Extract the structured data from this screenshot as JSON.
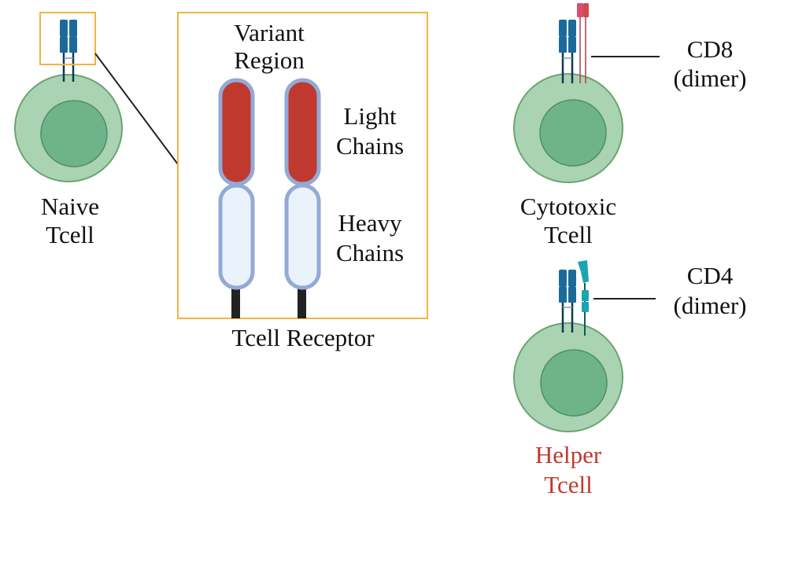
{
  "colors": {
    "cell_outer": "#aad3b3",
    "cell_outer_stroke": "#6aa471",
    "nucleus": "#6fb38b",
    "nucleus_stroke": "#4d8f68",
    "tcr_blue": "#1b6b9a",
    "tcr_stem": "#0e3a52",
    "highlight_box": "#f4b342",
    "light_chain": "#c0392f",
    "heavy_chain": "#eaf2fb",
    "chain_border": "#93aad6",
    "anchor": "#222222",
    "cd8_a": "#d9506e",
    "cd8_b": "#cf4a4a",
    "cd4": "#1aa3b2",
    "leader_line": "#111111",
    "helper_label": "#c0392f"
  },
  "naive": {
    "label_line1": "Naive",
    "label_line2": "Tcell"
  },
  "receptor_detail": {
    "variant_line1": "Variant",
    "variant_line2": "Region",
    "light_line1": "Light",
    "light_line2": "Chains",
    "heavy_line1": "Heavy",
    "heavy_line2": "Chains",
    "caption": "Tcell Receptor"
  },
  "cytotoxic": {
    "label_line1": "Cytotoxic",
    "label_line2": "Tcell",
    "marker_line1": "CD8",
    "marker_line2": "(dimer)"
  },
  "helper": {
    "label_line1": "Helper",
    "label_line2": "Tcell",
    "marker_line1": "CD4",
    "marker_line2": "(dimer)"
  }
}
